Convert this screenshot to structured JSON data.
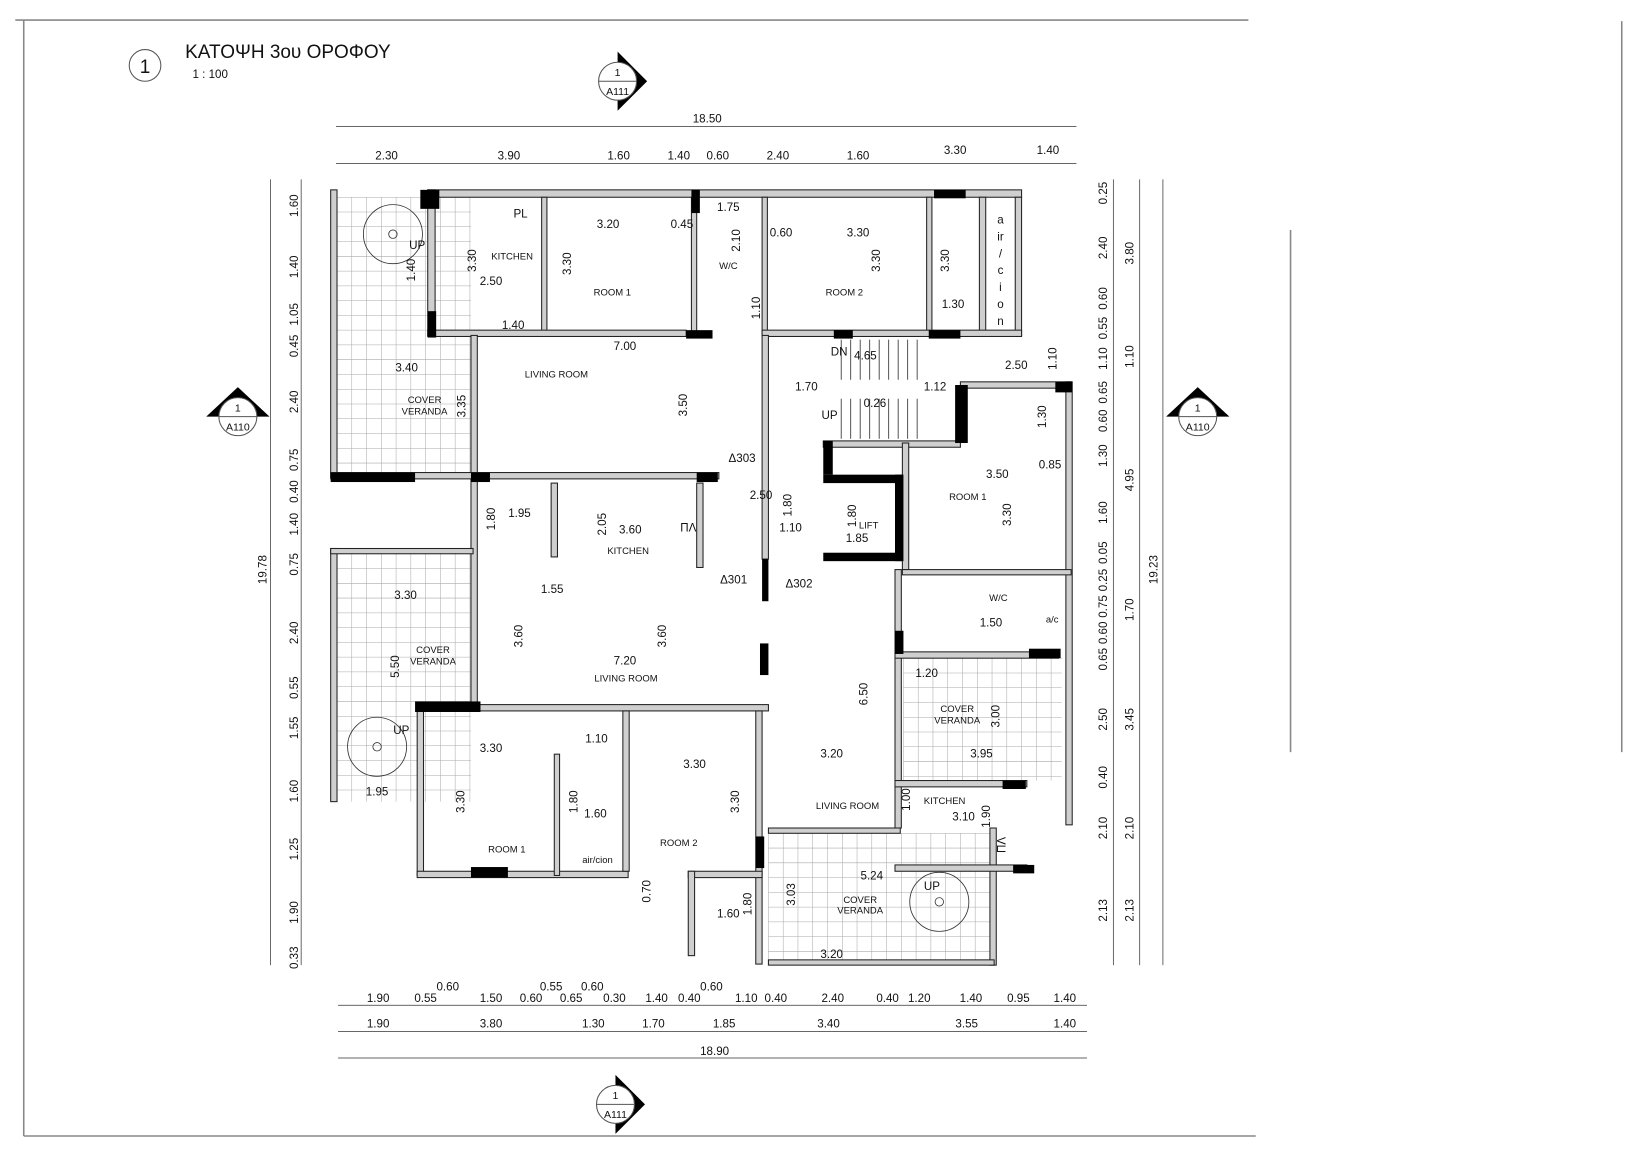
{
  "title": {
    "number": "1",
    "name": "ΚΑΤΟΨΗ 3ου ΟΡΟΦΟΥ",
    "scale": "1 : 100"
  },
  "section_markers": [
    {
      "num": "1",
      "sheet": "A111"
    },
    {
      "num": "1",
      "sheet": "A110"
    },
    {
      "num": "1",
      "sheet": "A110"
    },
    {
      "num": "1",
      "sheet": "A111"
    }
  ],
  "rooms": [
    "KITCHEN",
    "ROOM 1",
    "W/C",
    "ROOM  2",
    "LIVING ROOM",
    "COVER",
    "VERANDA",
    "KITCHEN",
    "LIVING ROOM",
    "COVER",
    "VERANDA",
    "ROOM 1",
    "ROOM 2",
    "air/cion",
    "LIFT",
    "ROOM 1",
    "W/C",
    "a/c",
    "COVER",
    "VERANDA",
    "KITCHEN",
    "LIVING ROOM",
    "COVER",
    "VERANDA"
  ],
  "annotations": [
    "DN",
    "UP",
    "UP",
    "UP",
    "UP",
    "PL",
    "ΠΛ",
    "ΠΛ",
    "Δ303",
    "Δ301",
    "Δ302",
    "a",
    "ir",
    "/",
    "c",
    "i",
    "o",
    "n"
  ],
  "dims": {
    "top_overall": "18.50",
    "top": [
      "2.30",
      "3.90",
      "1.60",
      "1.40",
      "0.60",
      "2.40",
      "1.60",
      "3.30",
      "1.40"
    ],
    "bottom_row1": [
      "1.90",
      "0.55",
      "0.60",
      "1.50",
      "0.60",
      "0.55",
      "0.65",
      "0.60",
      "0.30",
      "1.40",
      "0.40",
      "0.60",
      "1.10",
      "0.40",
      "2.40",
      "0.40",
      "1.20",
      "1.40",
      "0.95",
      "1.40"
    ],
    "bottom_row2": [
      "1.90",
      "3.80",
      "1.30",
      "1.70",
      "1.85",
      "3.40",
      "3.55",
      "1.40"
    ],
    "bottom_overall": "18.90",
    "left": [
      "1.60",
      "1.40",
      "1.05",
      "0.45",
      "2.40",
      "0.75",
      "0.40",
      "1.40",
      "0.75",
      "2.40",
      "0.55",
      "1.55",
      "1.60",
      "1.25",
      "1.90",
      "0.33"
    ],
    "left_overall": "19.78",
    "right_inner": [
      "0.25",
      "2.40",
      "0.60",
      "0.55",
      "1.10",
      "0.65",
      "0.60",
      "1.30",
      "1.60",
      "0.05",
      "0.25",
      "0.75",
      "0.60",
      "0.65",
      "2.50",
      "0.40",
      "2.10",
      "2.13"
    ],
    "right_outer": [
      "3.80",
      "1.10",
      "4.95",
      "1.70",
      "3.45",
      "2.10",
      "2.13"
    ],
    "right_overall": "19.23",
    "interior": [
      "3.20",
      "0.45",
      "1.75",
      "2.10",
      "0.60",
      "3.30",
      "3.30",
      "3.30",
      "1.30",
      "3.30",
      "2.50",
      "1.40",
      "3.30",
      "1.10",
      "1.40",
      "7.00",
      "4.65",
      "1.70",
      "0.26",
      "1.12",
      "2.50",
      "1.10",
      "1.30",
      "0.85",
      "3.40",
      "3.35",
      "3.50",
      "3.50",
      "2.50",
      "1.80",
      "1.95",
      "2.05",
      "3.60",
      "1.80",
      "1.10",
      "1.80",
      "1.85",
      "3.30",
      "1.55",
      "3.30",
      "3.60",
      "3.60",
      "7.20",
      "5.50",
      "1.50",
      "1.20",
      "3.00",
      "3.95",
      "6.50",
      "3.20",
      "1.10",
      "3.30",
      "3.30",
      "3.30",
      "3.30",
      "1.80",
      "1.60",
      "1.95",
      "1.00",
      "3.10",
      "1.90",
      "5.24",
      "3.03",
      "0.70",
      "1.60",
      "1.80",
      "3.20"
    ]
  }
}
